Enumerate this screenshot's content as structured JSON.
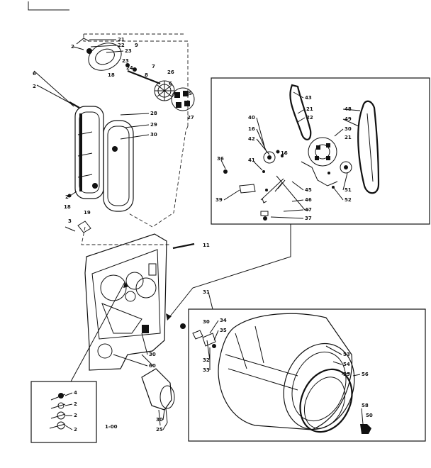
{
  "diagram": {
    "callouts": [
      {
        "key": "c21a",
        "text": "21"
      },
      {
        "key": "c22a",
        "text": "22"
      },
      {
        "key": "c23a",
        "text": "23"
      },
      {
        "key": "c2a",
        "text": "2"
      },
      {
        "key": "c9a",
        "text": "9"
      },
      {
        "key": "c23b",
        "text": "23"
      },
      {
        "key": "c24",
        "text": "24"
      },
      {
        "key": "c18a",
        "text": "18"
      },
      {
        "key": "c7",
        "text": "7"
      },
      {
        "key": "c8",
        "text": "8"
      },
      {
        "key": "c26",
        "text": "26"
      },
      {
        "key": "c6a",
        "text": "6"
      },
      {
        "key": "c5",
        "text": "5"
      },
      {
        "key": "c27",
        "text": "27"
      },
      {
        "key": "c6b",
        "text": "6"
      },
      {
        "key": "c2b",
        "text": "2"
      },
      {
        "key": "c28",
        "text": "28"
      },
      {
        "key": "c29",
        "text": "29"
      },
      {
        "key": "c30a",
        "text": "30"
      },
      {
        "key": "c2c",
        "text": "2"
      },
      {
        "key": "c18b",
        "text": "18"
      },
      {
        "key": "c19",
        "text": "19"
      },
      {
        "key": "c3",
        "text": "3"
      },
      {
        "key": "c11",
        "text": "11"
      },
      {
        "key": "c43",
        "text": "43"
      },
      {
        "key": "c21b",
        "text": "21"
      },
      {
        "key": "c22b",
        "text": "22"
      },
      {
        "key": "c48",
        "text": "48"
      },
      {
        "key": "c49",
        "text": "49"
      },
      {
        "key": "c30b",
        "text": "30"
      },
      {
        "key": "c21c",
        "text": "21"
      },
      {
        "key": "c40",
        "text": "40"
      },
      {
        "key": "c16a",
        "text": "16"
      },
      {
        "key": "c42",
        "text": "42"
      },
      {
        "key": "c36",
        "text": "36"
      },
      {
        "key": "c41",
        "text": "41"
      },
      {
        "key": "c16b",
        "text": "16"
      },
      {
        "key": "c45",
        "text": "45"
      },
      {
        "key": "c51",
        "text": "51"
      },
      {
        "key": "c52",
        "text": "52"
      },
      {
        "key": "c39",
        "text": "39"
      },
      {
        "key": "c46",
        "text": "46"
      },
      {
        "key": "c47",
        "text": "47"
      },
      {
        "key": "c37",
        "text": "37"
      },
      {
        "key": "c31",
        "text": "31"
      },
      {
        "key": "c34",
        "text": "34"
      },
      {
        "key": "c35",
        "text": "35"
      },
      {
        "key": "c30c",
        "text": "30"
      },
      {
        "key": "c32",
        "text": "32"
      },
      {
        "key": "c33",
        "text": "33"
      },
      {
        "key": "c53",
        "text": "53"
      },
      {
        "key": "c54",
        "text": "54"
      },
      {
        "key": "c55",
        "text": "55"
      },
      {
        "key": "c56",
        "text": "56"
      },
      {
        "key": "c58",
        "text": "58"
      },
      {
        "key": "c50",
        "text": "50"
      },
      {
        "key": "c30d",
        "text": "30"
      },
      {
        "key": "c60",
        "text": "60"
      },
      {
        "key": "c4",
        "text": "4"
      },
      {
        "key": "c2d",
        "text": "2"
      },
      {
        "key": "c2e",
        "text": "2"
      },
      {
        "key": "c2f",
        "text": "2"
      },
      {
        "key": "c30e",
        "text": "30"
      },
      {
        "key": "c25",
        "text": "25"
      },
      {
        "key": "c1",
        "text": "1-00"
      }
    ]
  }
}
